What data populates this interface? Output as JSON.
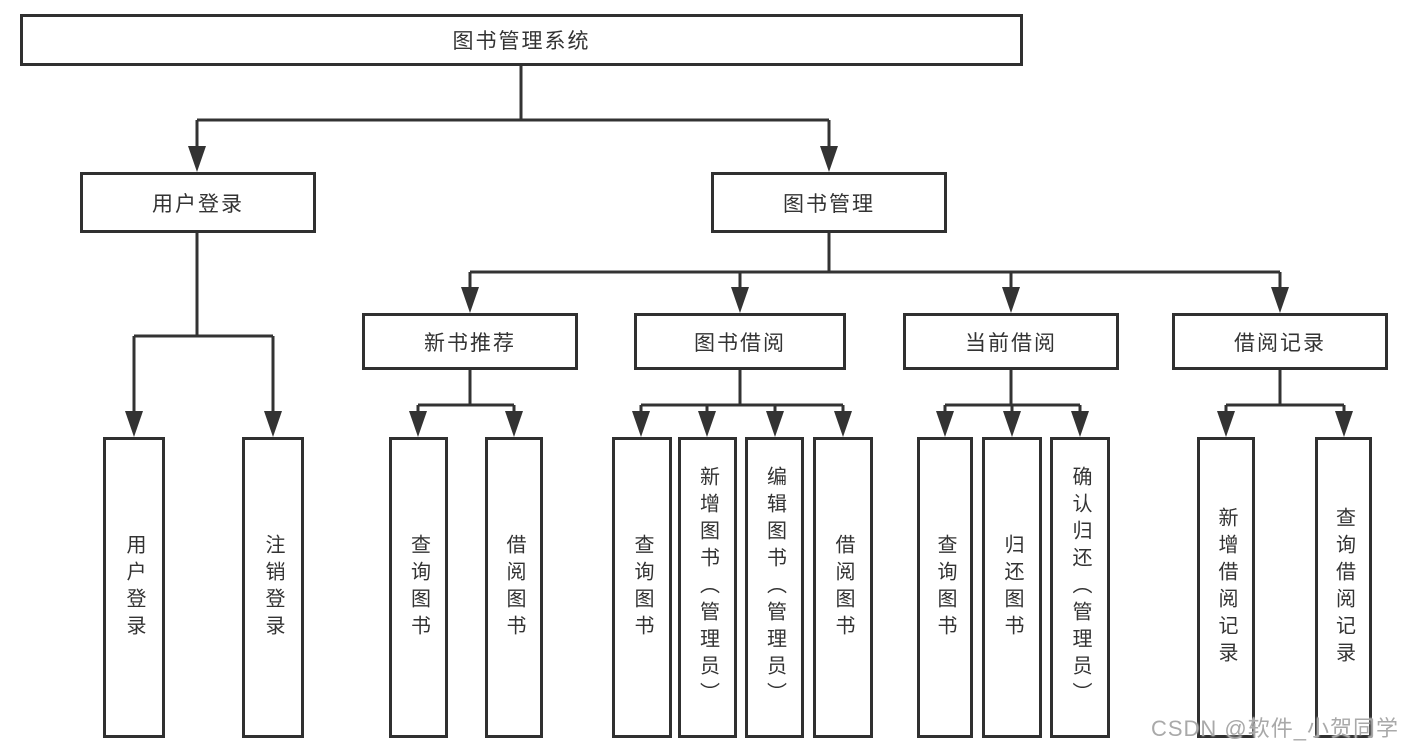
{
  "nodes": {
    "root": "图书管理系统",
    "user_login": "用户登录",
    "book_management": "图书管理",
    "new_book_recommend": "新书推荐",
    "book_borrow": "图书借阅",
    "current_borrow": "当前借阅",
    "borrow_records": "借阅记录",
    "leaf_user_login": "用户登录",
    "leaf_logout": "注销登录",
    "nbr_query_books": "查询图书",
    "nbr_borrow_books": "借阅图书",
    "bb_query_books": "查询图书",
    "bb_add_books": "新增图书（管理员）",
    "bb_edit_books": "编辑图书（管理员）",
    "bb_borrow_books": "借阅图书",
    "cb_query_books": "查询图书",
    "cb_return_books": "归还图书",
    "cb_confirm_return": "确认归还（管理员）",
    "br_add_record": "新增借阅记录",
    "br_query_record": "查询借阅记录"
  },
  "hierarchy": {
    "图书管理系统": {
      "用户登录": [
        "用户登录",
        "注销登录"
      ],
      "图书管理": {
        "新书推荐": [
          "查询图书",
          "借阅图书"
        ],
        "图书借阅": [
          "查询图书",
          "新增图书（管理员）",
          "编辑图书（管理员）",
          "借阅图书"
        ],
        "当前借阅": [
          "查询图书",
          "归还图书",
          "确认归还（管理员）"
        ],
        "借阅记录": [
          "新增借阅记录",
          "查询借阅记录"
        ]
      }
    }
  },
  "watermark": {
    "text": "CSDN @软件_小贺同学"
  },
  "colors": {
    "line": "#333333",
    "box_border": "#303030",
    "text": "#333333",
    "watermark": "#a9a9a9",
    "background": "#ffffff"
  }
}
